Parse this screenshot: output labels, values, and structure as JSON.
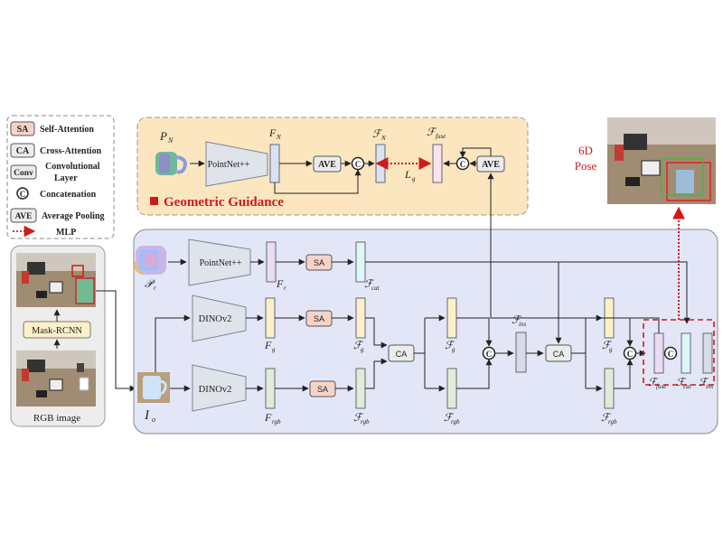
{
  "legend": {
    "sa_key": "SA",
    "sa_label": "Self-Attention",
    "ca_key": "CA",
    "ca_label": "Cross-Attention",
    "conv_key": "Conv",
    "conv_label_1": "Convolutional",
    "conv_label_2": "Layer",
    "c_key": "C",
    "c_label": "Concatenation",
    "ave_key": "AVE",
    "ave_label": "Average Pooling",
    "mlp_label": "MLP"
  },
  "geometric": {
    "title": "Geometric Guidance",
    "pn_base": "P",
    "pn_sub": "N",
    "pointnet": "PointNet++",
    "fn_base": "F",
    "fn_sub": "N",
    "ave1": "AVE",
    "c1": "C",
    "fN_base": "ℱ",
    "fN_sub": "N",
    "lg_base": "L",
    "lg_sub": "g",
    "ffuse_base": "ℱ",
    "ffuse_sub": "fuse",
    "c2": "C",
    "ave2": "AVE"
  },
  "rgb_panel": {
    "mask_rcnn": "Mask-RCNN",
    "caption": "RGB image"
  },
  "pose": {
    "label_1": "6D",
    "label_2": "Pose"
  },
  "main": {
    "pr_base": "𝒫",
    "pr_sub": "r",
    "pointnet": "PointNet++",
    "fr_base": "F",
    "fr_sub": "r",
    "sa1": "SA",
    "fcat_base": "ℱ",
    "fcat_sub": "cat",
    "dinov2_top": "DINOv2",
    "fg_base": "F",
    "fg_sub": "g",
    "sa2": "SA",
    "fg2_base": "ℱ",
    "fg2_sub": "g",
    "ca1": "CA",
    "fg3_base": "ℱ",
    "fg3_sub": "g",
    "c1": "C",
    "fins_base": "ℱ",
    "fins_sub": "ins",
    "ca2": "CA",
    "fg4_base": "ℱ",
    "fg4_sub": "g",
    "c2": "C",
    "io_base": "I",
    "io_sub": "o",
    "dinov2_bottom": "DINOv2",
    "frgb_base": "F",
    "frgb_sub": "rgb",
    "sa3": "SA",
    "frgb2_base": "ℱ",
    "frgb2_sub": "rgb",
    "frgb3_base": "ℱ",
    "frgb3_sub": "rgb",
    "frgb4_base": "ℱ",
    "frgb4_sub": "rgb",
    "c3": "C",
    "ffuse_base": "ℱ",
    "ffuse_sub": "fuse",
    "fcat2_base": "ℱ",
    "fcat2_sub": "cat",
    "fins2_base": "ℱ",
    "fins2_sub": "ins"
  },
  "colors": {
    "geo_bg": "#fbe6bf",
    "main_bg": "#e3e6f7",
    "rgb_panel_bg": "#ededed",
    "purple": "#eadcf3",
    "yellow": "#fbf0c8",
    "green": "#e0ecd7",
    "cyan": "#ddf6f6",
    "slate": "#d6dbe5",
    "pink": "#f7e2ee",
    "red": "#d11a1a"
  }
}
